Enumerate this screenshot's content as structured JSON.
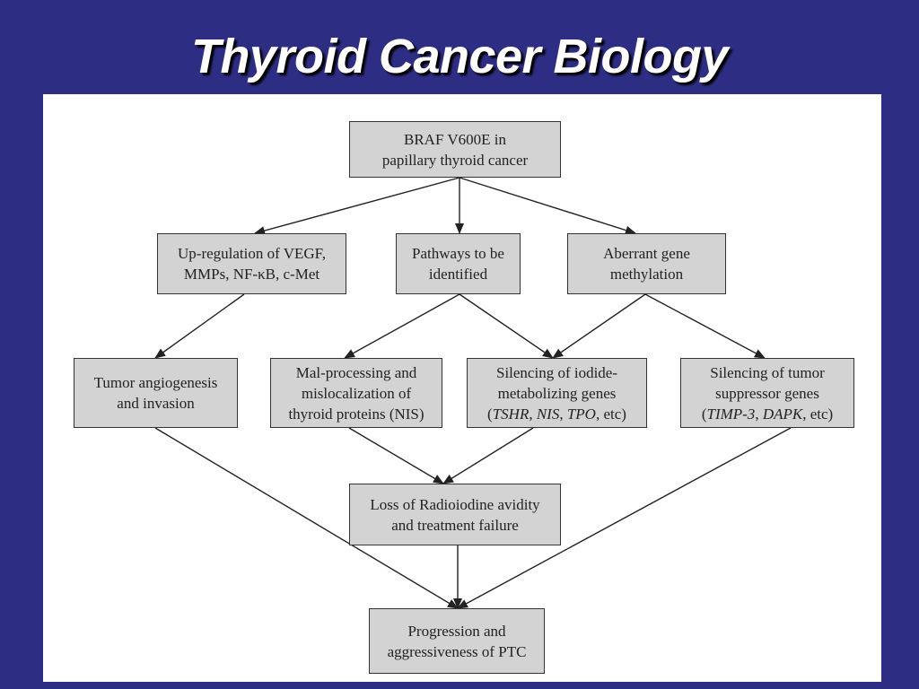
{
  "slide": {
    "title": "Thyroid Cancer Biology"
  },
  "diagram": {
    "nodes": {
      "braf": {
        "line1": "BRAF V600E in",
        "line2": "papillary thyroid cancer"
      },
      "upregulation": {
        "line1": "Up-regulation of VEGF,",
        "line2": "MMPs, NF-κB, c-Met"
      },
      "pathways": {
        "line1": "Pathways to be",
        "line2": "identified"
      },
      "methylation": {
        "line1": "Aberrant gene",
        "line2": "methylation"
      },
      "angiogenesis": {
        "line1": "Tumor angiogenesis",
        "line2": "and invasion"
      },
      "malprocessing": {
        "line1": "Mal-processing and",
        "line2": "mislocalization of",
        "line3": "thyroid proteins (NIS)"
      },
      "iodide": {
        "line1": "Silencing of iodide-",
        "line2": "metabolizing genes",
        "line3_open": "(",
        "gene1": "TSHR",
        "sep1": ", ",
        "gene2": "NIS",
        "sep2": ", ",
        "gene3": "TPO",
        "line3_close": ", etc)"
      },
      "suppressor": {
        "line1": "Silencing of tumor",
        "line2": "suppressor genes",
        "line3_open": "(",
        "gene1": "TIMP-3",
        "sep1": ", ",
        "gene2": "DAPK",
        "line3_close": ", etc)"
      },
      "radioiodine": {
        "line1": "Loss of Radioiodine avidity",
        "line2": "and treatment failure"
      },
      "progression": {
        "line1": "Progression and",
        "line2": "aggressiveness of PTC"
      }
    },
    "edges": [
      [
        "braf",
        "upregulation"
      ],
      [
        "braf",
        "pathways"
      ],
      [
        "braf",
        "methylation"
      ],
      [
        "upregulation",
        "angiogenesis"
      ],
      [
        "pathways",
        "malprocessing"
      ],
      [
        "pathways",
        "iodide"
      ],
      [
        "methylation",
        "iodide"
      ],
      [
        "methylation",
        "suppressor"
      ],
      [
        "malprocessing",
        "radioiodine"
      ],
      [
        "iodide",
        "radioiodine"
      ],
      [
        "angiogenesis",
        "progression"
      ],
      [
        "radioiodine",
        "progression"
      ],
      [
        "suppressor",
        "progression"
      ]
    ]
  }
}
